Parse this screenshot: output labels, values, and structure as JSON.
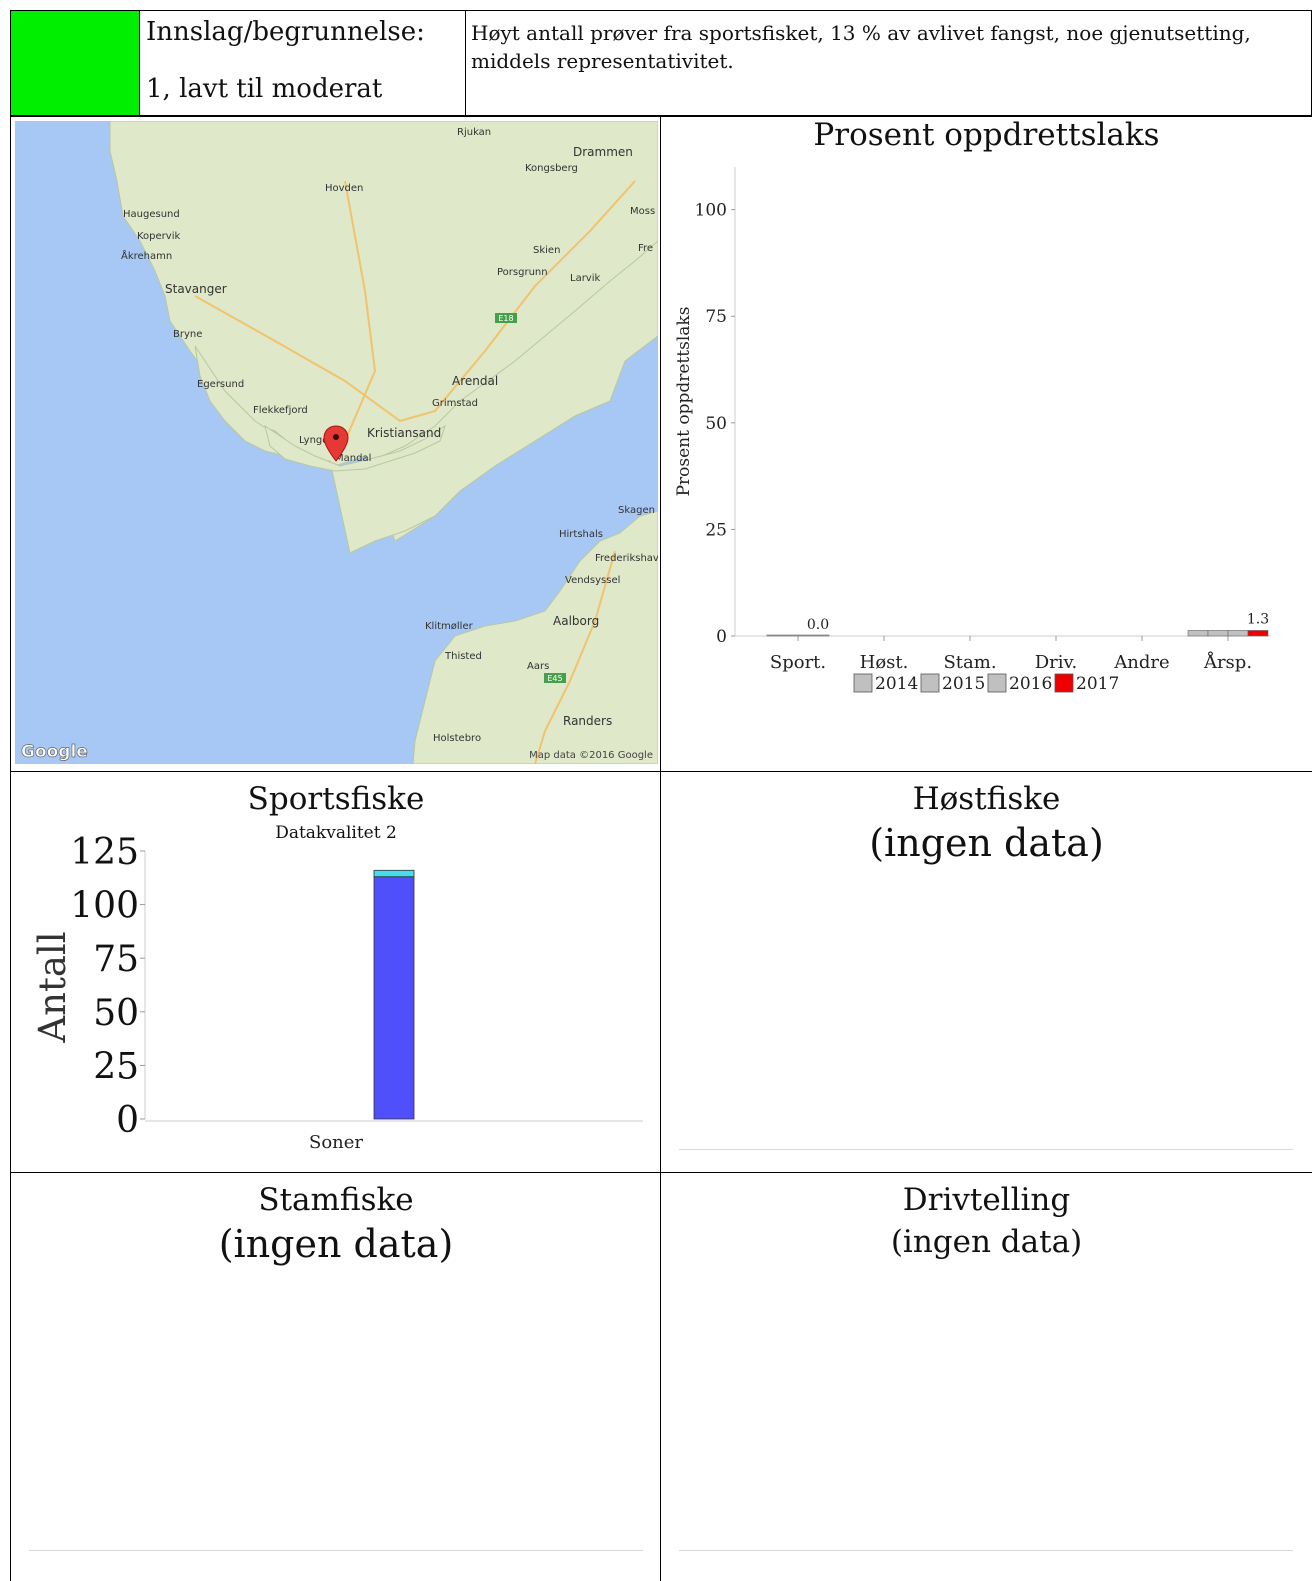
{
  "header": {
    "swatch_color": "#00ee00",
    "label_title": "Innslag/begrunnelse:",
    "label_value": "1, lavt til moderat",
    "reason": "Høyt antall prøver fra sportsfisket, 13 % av avlivet fangst, noe gjenutsetting, middels representativitet."
  },
  "map": {
    "places": [
      "Rjukan",
      "Drammen",
      "Kongsberg",
      "Hovden",
      "Haugesund",
      "Kopervik",
      "Åkrehamn",
      "Moss",
      "Skien",
      "Porsgrunn",
      "Larvik",
      "Fre",
      "Stavanger",
      "Bryne",
      "Egersund",
      "Flekkefjord",
      "Arendal",
      "Grimstad",
      "Lyngdal",
      "Kristiansand",
      "Mandal",
      "Skagen",
      "Hirtshals",
      "Frederikshav",
      "Vendsyssel",
      "Klitmøller",
      "Aalborg",
      "Thisted",
      "Aars",
      "Randers",
      "Holstebro"
    ],
    "road_labels": [
      "E18",
      "E45"
    ],
    "logo": "Google",
    "attribution": "Map data ©2016 Google",
    "marker_icon": "map-pin-icon"
  },
  "chart_data": [
    {
      "type": "bar",
      "title": "Prosent oppdrettslaks",
      "ylabel": "Prosent oppdrettslaks",
      "xlabel": "",
      "ylim": [
        0,
        110
      ],
      "yticks": [
        0,
        25,
        50,
        75,
        100
      ],
      "categories": [
        "Sport.",
        "Høst.",
        "Stam.",
        "Driv.",
        "Andre",
        "Årsp."
      ],
      "series": [
        {
          "name": "2014",
          "color": "#c0c0c0",
          "values": [
            null,
            null,
            null,
            null,
            null,
            1.3
          ]
        },
        {
          "name": "2015",
          "color": "#c0c0c0",
          "values": [
            null,
            null,
            null,
            null,
            null,
            1.3
          ]
        },
        {
          "name": "2016",
          "color": "#c0c0c0",
          "values": [
            null,
            null,
            null,
            null,
            null,
            1.3
          ]
        },
        {
          "name": "2017",
          "color": "#ee0000",
          "values": [
            0.0,
            null,
            null,
            null,
            null,
            1.3
          ]
        }
      ],
      "data_labels": [
        {
          "category": "Sport.",
          "text": "0.0"
        },
        {
          "category": "Årsp.",
          "text": "1.3"
        }
      ],
      "legend": "bottom"
    },
    {
      "type": "bar",
      "title": "Sportsfiske",
      "subtitle": "Datakvalitet 2",
      "xlabel": "Soner",
      "ylabel": "Antall",
      "ylim": [
        0,
        125
      ],
      "yticks": [
        0,
        25,
        50,
        75,
        100,
        125
      ],
      "categories": [
        ""
      ],
      "stacked": true,
      "series": [
        {
          "color": "#4f4ffb",
          "values": [
            113
          ]
        },
        {
          "color": "#44ddee",
          "values": [
            3
          ]
        }
      ]
    }
  ],
  "panels": {
    "host_title": "Høstfiske",
    "host_status": "(ingen data)",
    "stam_title": "Stamfiske",
    "stam_status": "(ingen data)",
    "driv_title": "Drivtelling",
    "driv_status": "(ingen data)"
  }
}
